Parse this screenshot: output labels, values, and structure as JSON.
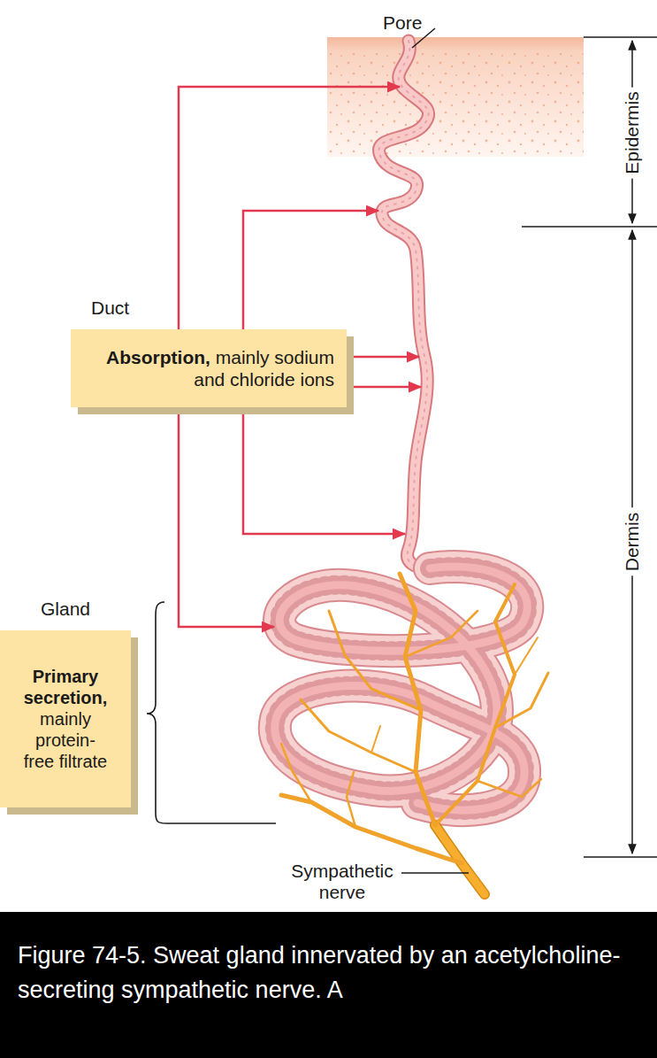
{
  "diagram": {
    "caption": "Figure 74-5. Sweat gland innervated by an acetylcholine-secreting sympathetic nerve. A",
    "nodes": [
      {
        "text": [
          "Duct",
          "Absorption,",
          "mainly sodium and chloride ions"
        ]
      },
      {
        "text": [
          "Gland",
          "Primary secretion,",
          "mainly protein-free filtrate"
        ]
      }
    ],
    "labels": [
      "Pore",
      "Epidermis",
      "Dermis",
      "Sympathetic nerve"
    ]
  }
}
